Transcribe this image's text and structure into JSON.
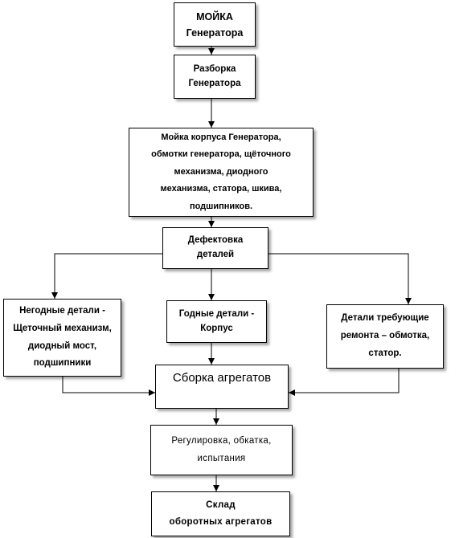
{
  "diagram": {
    "nodes": {
      "wash_generator": "МОЙКА\nГенератора",
      "disassembly": "Разборка\nГенератора",
      "wash_parts": "Мойка корпуса Генератора,\nобмотки генератора, щёточного\nмеханизма, диодного\nмеханизма, статора, шкива,\nподшипников.",
      "defect_detection": "Дефектовка\nдеталей",
      "unusable_parts": "Негодные детали -\nЩеточный механизм,\nдиодный мост,\nподшипники",
      "usable_parts": "Годные детали -\nКорпус",
      "repair_parts": "Детали требующие\nремонта – обмотка,\nстатор.",
      "assembly": "Сборка агрегатов",
      "adjustment": "Регулировка, обкатка,\nиспытания",
      "warehouse": "Склад\nоборотных агрегатов"
    },
    "edges": [
      {
        "from": "wash_generator",
        "to": "disassembly"
      },
      {
        "from": "disassembly",
        "to": "wash_parts"
      },
      {
        "from": "wash_parts",
        "to": "defect_detection"
      },
      {
        "from": "defect_detection",
        "to": "unusable_parts"
      },
      {
        "from": "defect_detection",
        "to": "usable_parts"
      },
      {
        "from": "defect_detection",
        "to": "repair_parts"
      },
      {
        "from": "unusable_parts",
        "to": "assembly"
      },
      {
        "from": "usable_parts",
        "to": "assembly"
      },
      {
        "from": "repair_parts",
        "to": "assembly"
      },
      {
        "from": "assembly",
        "to": "adjustment"
      },
      {
        "from": "adjustment",
        "to": "warehouse"
      }
    ],
    "colors": {
      "line": "#000000",
      "box_border": "#000000",
      "box_fill": "#ffffff"
    }
  }
}
